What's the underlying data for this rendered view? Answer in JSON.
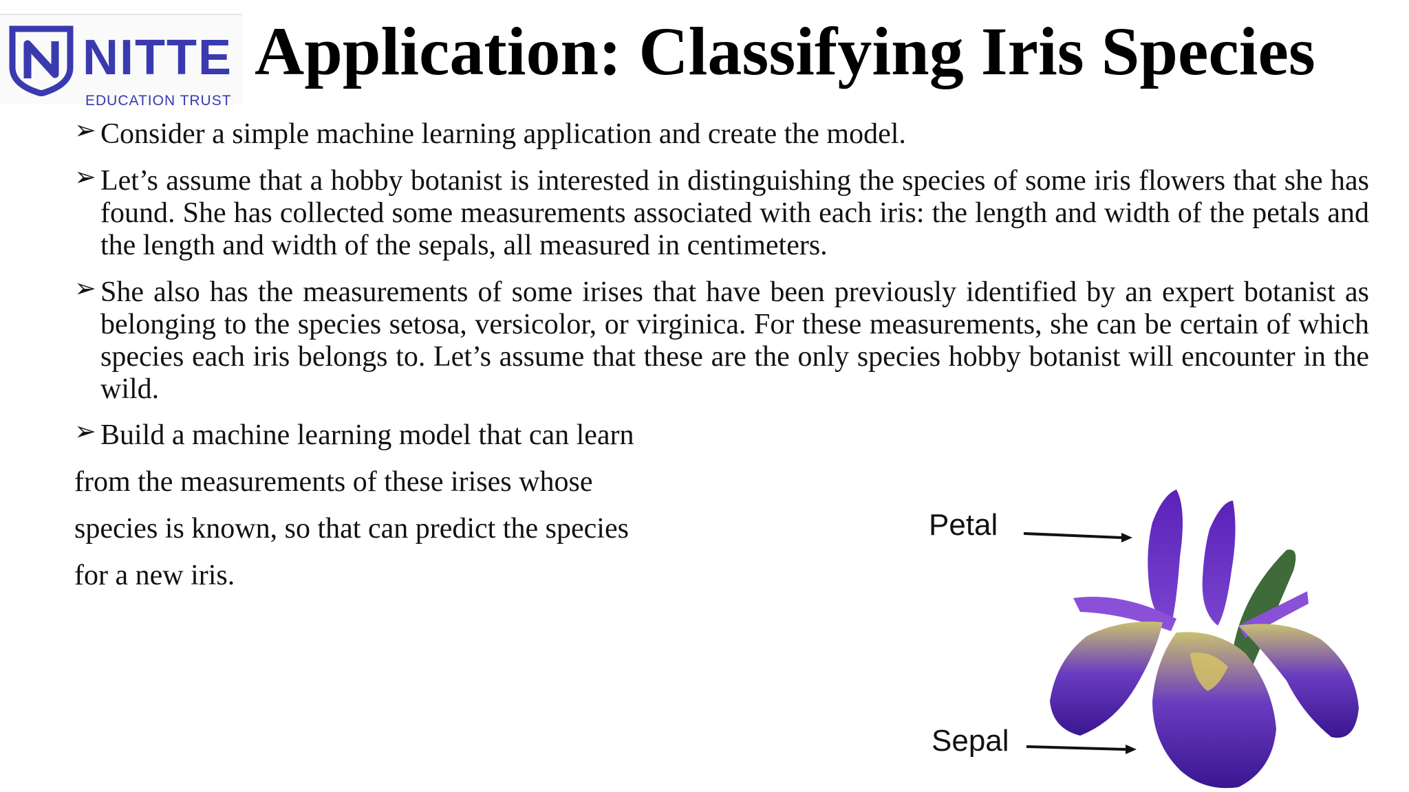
{
  "logo": {
    "name": "NITTE",
    "sub": "EDUCATION TRUST"
  },
  "title": "Application: Classifying Iris Species",
  "bullets": [
    "Consider a simple machine learning application and create the model.",
    "Let’s assume that a hobby botanist is interested in distinguishing the species of some iris flowers that she has found. She has collected some measurements associated with each iris: the length and width of the petals and the length and width of the sepals, all measured in centimeters.",
    "She also has the measurements of some irises that have been previously identified by an expert botanist as belonging to the species setosa, versicolor, or virginica. For these measurements, she can be certain of which species each iris belongs to. Let’s assume that these are the only species hobby botanist will encounter in the wild."
  ],
  "last_bullet": {
    "first_line": "Build a machine learning model that can learn",
    "lines": [
      "from the measurements of these irises whose",
      "species is known, so that can predict the species",
      "for a new iris."
    ]
  },
  "figure": {
    "petal_label": "Petal",
    "sepal_label": "Sepal"
  },
  "bullet_marker": "➢",
  "colors": {
    "brand": "#3a3ab0",
    "iris": "#4b1fa0"
  }
}
